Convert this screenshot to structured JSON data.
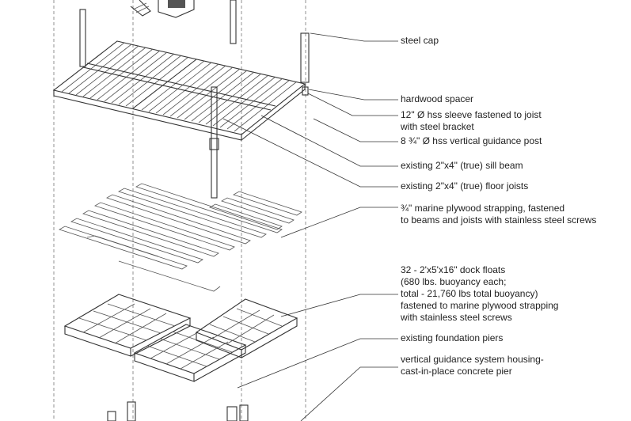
{
  "labels": {
    "steel_cap": "steel cap",
    "hardwood_spacer": "hardwood spacer",
    "hss_sleeve_1": "12\" Ø hss sleeve fastened to joist",
    "hss_sleeve_2": "with steel bracket",
    "guidance_post": "8 ¾\" Ø hss vertical guidance post",
    "sill_beam": "existing 2\"x4\" (true) sill beam",
    "floor_joists": "existing 2\"x4\" (true) floor joists",
    "plywood_1": "¾\" marine plywood strapping, fastened",
    "plywood_2": "to beams and joists with stainless steel screws",
    "floats_1": "32 - 2'x5'x16\" dock floats",
    "floats_2": "(680 lbs. buoyancy each;",
    "floats_3": "total - 21,760 lbs total buoyancy)",
    "floats_4": "fastened to marine plywood strapping",
    "floats_5": "with stainless steel screws",
    "piers": "existing foundation piers",
    "housing_1": "vertical guidance system housing-",
    "housing_2": "cast-in-place concrete pier"
  }
}
